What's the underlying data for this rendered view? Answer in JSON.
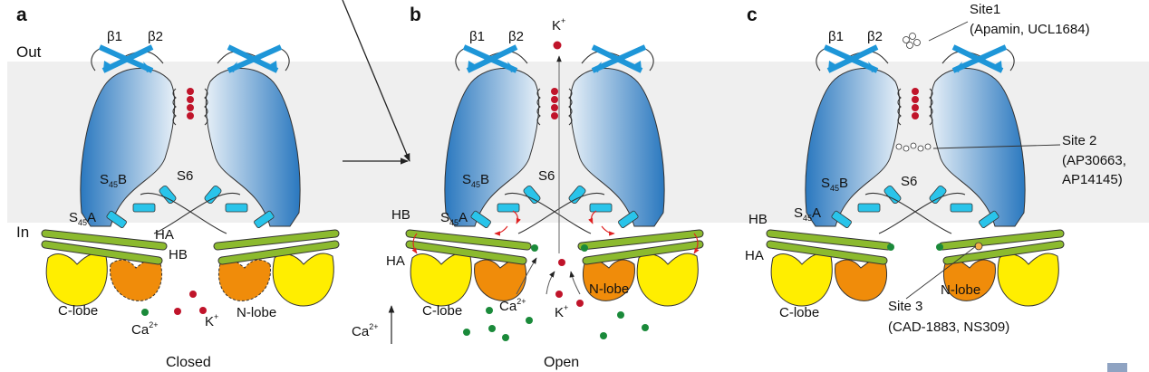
{
  "figure": {
    "membrane_labels": {
      "out": "Out",
      "in": "In"
    },
    "colors": {
      "membrane": "#efefef",
      "pore_domain_dark": "#2a78bf",
      "pore_domain_light": "#e3eef6",
      "beta_arrows": "#1e96d8",
      "s45_helix": "#29c4ea",
      "linker_helix": "#8cba2e",
      "calmodulin_c_lobe": "#ffee00",
      "calmodulin_n_lobe": "#f08c0a",
      "potassium_ion": "#c0142a",
      "calcium_ion": "#1a8a3a",
      "gating_arrow": "#e02020"
    },
    "panels": [
      {
        "letter": "a",
        "state": "Closed",
        "labels": {
          "beta1": "β1",
          "beta2": "β2",
          "s6": "S6",
          "s45b_main": "S",
          "s45b_sub": "45",
          "s45b_tail": "B",
          "s45a_main": "S",
          "s45a_sub": "45",
          "s45a_tail": "A",
          "ha": "HA",
          "hb": "HB",
          "c_lobe": "C-lobe",
          "n_lobe": "N-lobe",
          "ca_main": "Ca",
          "ca_sup": "2+",
          "k_main": "K",
          "k_sup": "+"
        }
      },
      {
        "letter": "b",
        "state": "Open",
        "labels": {
          "beta1": "β1",
          "beta2": "β2",
          "s6": "S6",
          "s45b_main": "S",
          "s45b_sub": "45",
          "s45b_tail": "B",
          "s45a_main": "S",
          "s45a_sub": "45",
          "s45a_tail": "A",
          "ha": "HA",
          "hb": "HB",
          "c_lobe": "C-lobe",
          "n_lobe": "N-lobe",
          "ca_main": "Ca",
          "ca_sup": "2+",
          "k_main": "K",
          "k_sup": "+",
          "k_top_main": "K",
          "k_top_sup": "+",
          "ca_gradient_main": "Ca",
          "ca_gradient_sup": "2+"
        }
      },
      {
        "letter": "c",
        "state": "",
        "labels": {
          "beta1": "β1",
          "beta2": "β2",
          "s6": "S6",
          "s45b_main": "S",
          "s45b_sub": "45",
          "s45b_tail": "B",
          "s45a_main": "S",
          "s45a_sub": "45",
          "s45a_tail": "A",
          "ha": "HA",
          "hb": "HB",
          "c_lobe": "C-lobe",
          "n_lobe": "N-lobe"
        },
        "sites": [
          {
            "name": "Site1",
            "compounds": "(Apamin, UCL1684)"
          },
          {
            "name": "Site 2",
            "compounds_line1": "(AP30663,",
            "compounds_line2": "AP14145)"
          },
          {
            "name": "Site 3",
            "compounds": "(CAD-1883, NS309)"
          }
        ]
      }
    ]
  }
}
